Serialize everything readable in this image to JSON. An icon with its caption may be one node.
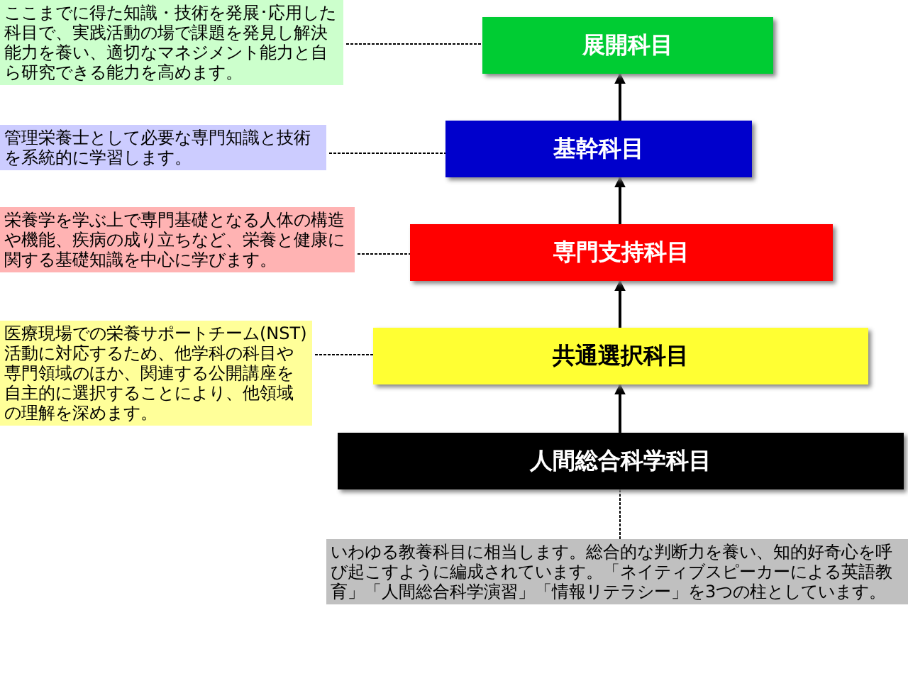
{
  "diagram": {
    "nodes": [
      {
        "text": [
          "ここまでに得た知識・技術を発展･応用した科目で、実践活動の場で課題を発見し解決能力を養い、適切なマネジメント能力と自ら研究できる能力を高めます。"
        ]
      },
      {
        "text": [
          "展開科目"
        ]
      },
      {
        "text": [
          "管理栄養士として必要な専門知識と技術を系統的に学習します。"
        ]
      },
      {
        "text": [
          "基幹科目"
        ]
      },
      {
        "text": [
          "栄養学を学ぶ上で専門基礎となる人体の構造や機能、疾病の成り立ちなど、栄養と健康に関する基礎知識を中心に学びます。"
        ]
      },
      {
        "text": [
          "専門支持科目"
        ]
      },
      {
        "text": [
          "医療現場での栄養サポートチーム(NST)活動に対応するため、他学科の科目や専門領域のほか、関連する公開講座を自主的に選択することにより、他領域の理解を深めます。"
        ]
      },
      {
        "text": [
          "共通選択科目"
        ]
      },
      {
        "text": [
          "人間総合科学科目"
        ]
      },
      {
        "text": [
          "いわゆる教養科目に相当します。総合的な判断力を養い、知的好奇心を呼び起こすように編成されています。「ネイティブスピーカーによる英語教育」「人間総合科学演習」「情報リテラシー」を3つの柱としています。"
        ]
      }
    ],
    "edges": [
      {
        "from": 8,
        "to": 7,
        "arrow": "to"
      },
      {
        "from": 7,
        "to": 5,
        "arrow": "to"
      },
      {
        "from": 5,
        "to": 3,
        "arrow": "to"
      },
      {
        "from": 3,
        "to": 1,
        "arrow": "to"
      },
      {
        "from": 0,
        "to": 1,
        "arrow": "none",
        "style": "dashed"
      },
      {
        "from": 2,
        "to": 3,
        "arrow": "none",
        "style": "dashed"
      },
      {
        "from": 4,
        "to": 5,
        "arrow": "none",
        "style": "dashed"
      },
      {
        "from": 6,
        "to": 7,
        "arrow": "none",
        "style": "dashed"
      },
      {
        "from": 9,
        "to": 8,
        "arrow": "none",
        "style": "dashed"
      }
    ]
  }
}
